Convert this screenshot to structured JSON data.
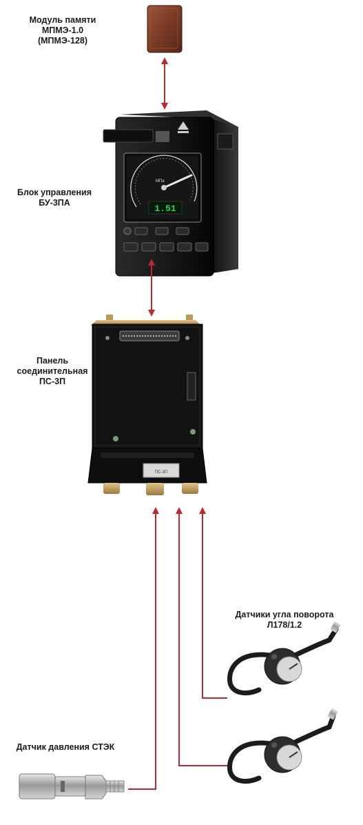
{
  "labels": {
    "memory_module": [
      "Модуль памяти",
      "МПМЭ-1.0",
      "(МПМЭ-128)"
    ],
    "control_unit": [
      "Блок управления",
      "БУ-3ПА"
    ],
    "connection_panel": [
      "Панель",
      "соединительная",
      "ПС-3П"
    ],
    "angle_sensors": [
      "Датчики угла поворота",
      "Л178/1.2"
    ],
    "pressure_sensor": [
      "Датчик давления СТЭК"
    ]
  },
  "device_text": {
    "display_value": "1.51",
    "gauge_unit": "МПа",
    "panel_plate": "ПС-3П"
  },
  "colors": {
    "arrow": "#c0282d",
    "device_body": "#1b1b1b",
    "module": "#7a3b24",
    "display": "#2fd05a"
  }
}
